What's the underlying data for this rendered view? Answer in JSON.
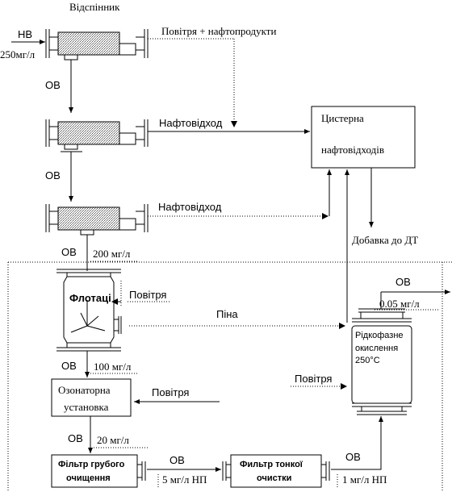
{
  "labels": {
    "settler_title": "Відспінник",
    "inlet": "НВ",
    "inlet_conc": "250мг/л",
    "air_oil": "Повітря + нафтопродукти",
    "ov1": "ОВ",
    "oil_waste_1": "Нафтовідход",
    "ov2": "ОВ",
    "oil_waste_2": "Нафтовідход",
    "tank_line1": "Цистерна",
    "tank_line2": "нафтовідходів",
    "dt_additive": "Добавка до ДТ",
    "ov3": "ОВ",
    "conc_200": "200 мг/л",
    "flotation": "Флотаці",
    "air_flot": "Повітря",
    "foam": "Піна",
    "ov4": "ОВ",
    "conc_100": "100 мг/л",
    "ozone_line1": "Озонаторна",
    "ozone_line2": "установка",
    "air_ozone": "Повітря",
    "ov5": "ОВ",
    "conc_20": "20 мг/л",
    "coarse_line1": "Фільтр грубого",
    "coarse_line2": "очищення",
    "ov6": "ОВ",
    "conc_5": "5 мг/л НП",
    "fine_line1": "Фильтр тонкої",
    "fine_line2": "очистки",
    "ov7": "ОВ",
    "conc_1": "1 мг/л НП",
    "oxid_line1": "Рідкофазне",
    "oxid_line2": "окислення",
    "oxid_line3": "250°C",
    "air_oxid": "Повітря",
    "ov_out": "ОВ",
    "conc_005": "0.05 мг/л"
  }
}
